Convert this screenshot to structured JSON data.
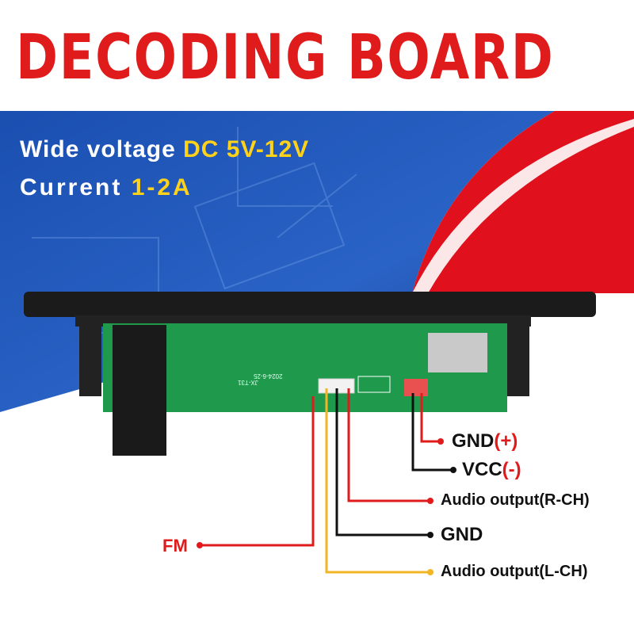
{
  "title": "DECODING BOARD",
  "specs": {
    "voltage_label": "Wide voltage",
    "voltage_value": "DC 5V-12V",
    "current_label": "Current",
    "current_value": "1-2A"
  },
  "board": {
    "model": "JX-T31",
    "date": "2024-6-25"
  },
  "pins": {
    "gnd_plus": {
      "name": "GND",
      "sign": "(+)"
    },
    "vcc_minus": {
      "name": "VCC",
      "sign": "(-)"
    },
    "audio_r": "Audio output(R-CH)",
    "gnd": "GND",
    "fm": "FM",
    "audio_l": "Audio output(L-CH)"
  },
  "colors": {
    "title": "#e01b1b",
    "highlight": "#ffd21a",
    "blue_bg": "#1d4fa8",
    "red_wire": "#e01b1b",
    "yellow_wire": "#f2b526",
    "black_wire": "#111111",
    "pcb": "#1f9a4c"
  }
}
